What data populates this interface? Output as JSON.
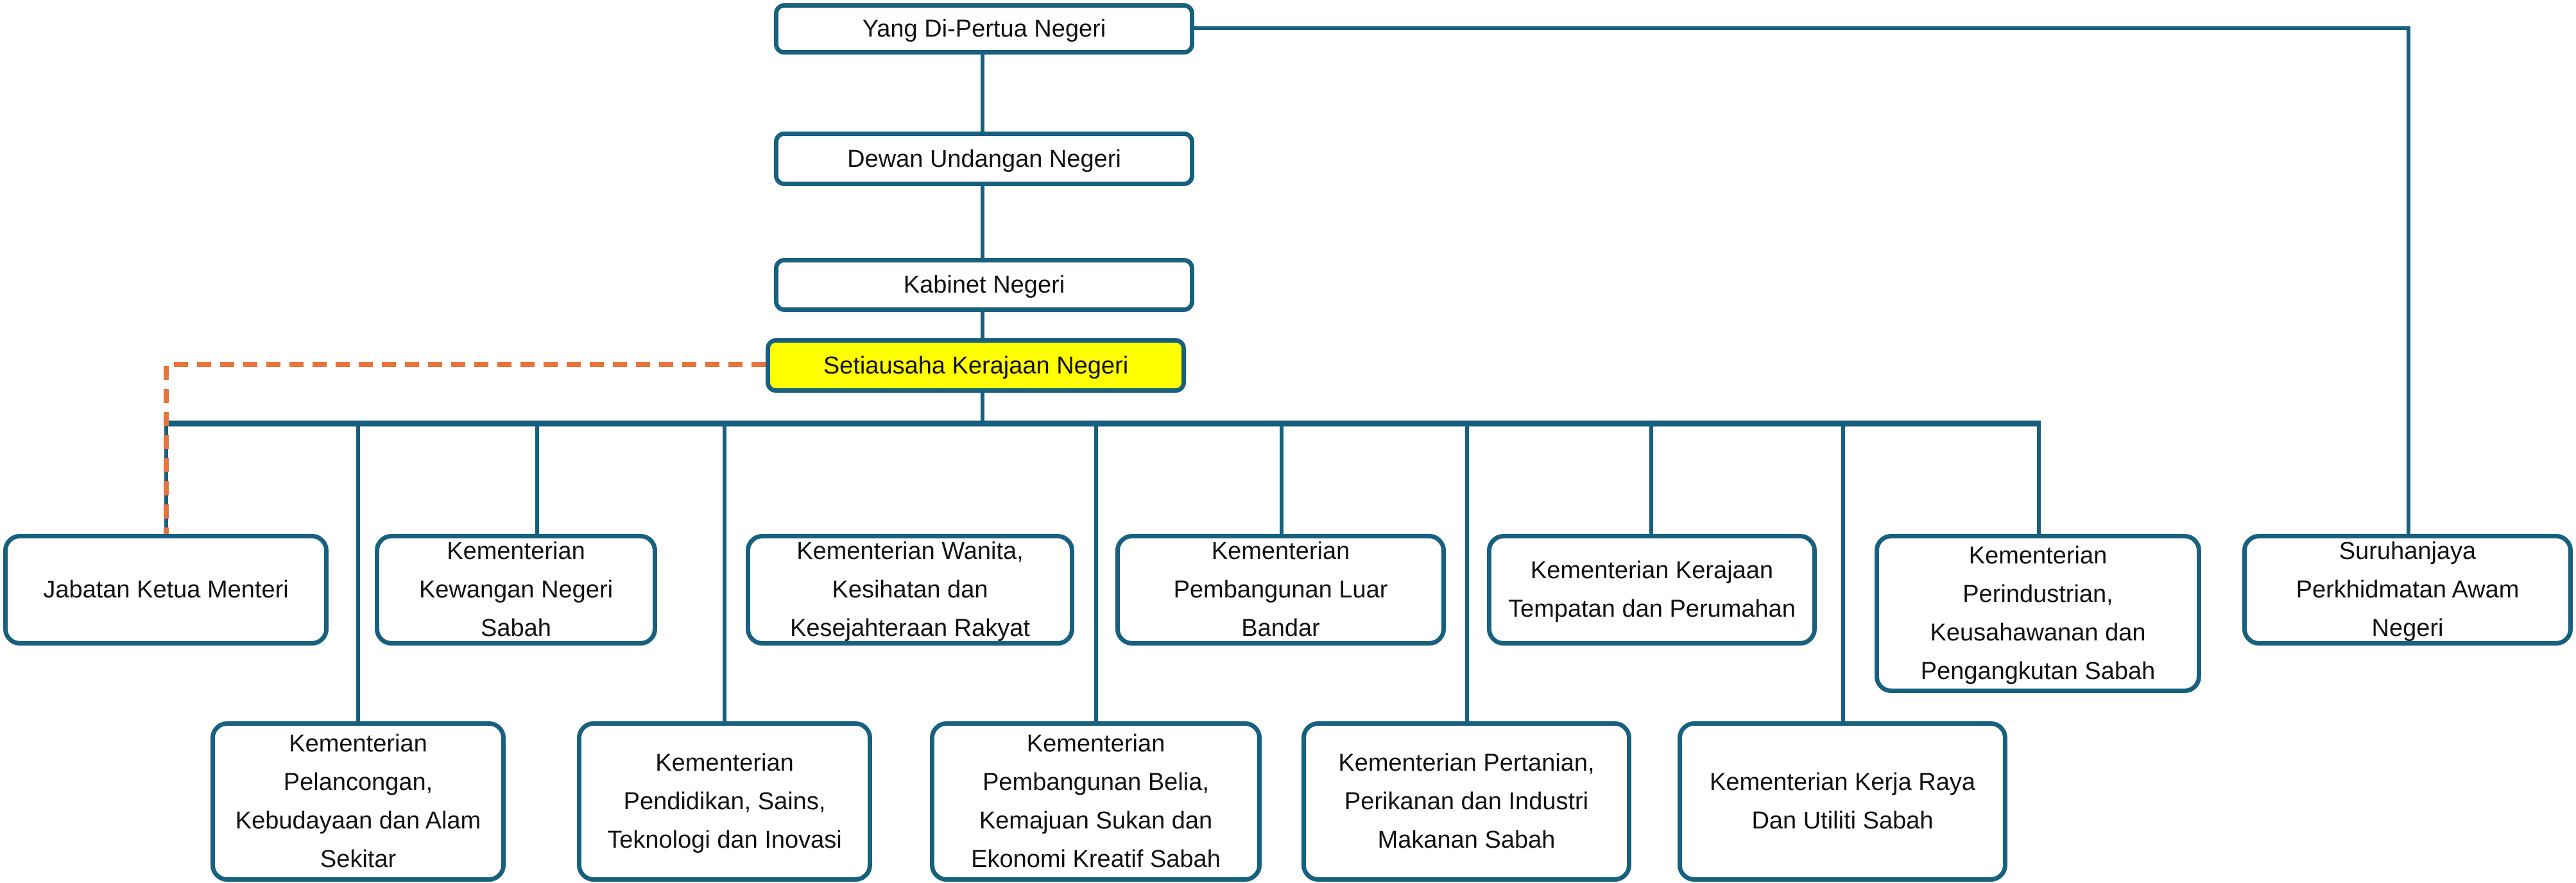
{
  "colors": {
    "line": "#17607f",
    "dashed": "#e8743b",
    "highlight": "#ffff00"
  },
  "top": {
    "governor": "Yang Di-Pertua Negeri",
    "assembly": "Dewan Undangan Negeri",
    "cabinet": "Kabinet Negeri",
    "secretary": "Setiausaha Kerajaan Negeri"
  },
  "row1": [
    "Jabatan Ketua Menteri",
    "Kementerian Kewangan Negeri Sabah",
    "Kementerian Wanita, Kesihatan dan Kesejahteraan Rakyat",
    "Kementerian Pembangunan Luar Bandar",
    "Kementerian Kerajaan Tempatan dan Perumahan",
    "Kementerian Perindustrian, Keusahawanan dan Pengangkutan Sabah",
    "Suruhanjaya Perkhidmatan Awam Negeri"
  ],
  "row2": [
    "Kementerian Pelancongan, Kebudayaan dan Alam Sekitar",
    "Kementerian Pendidikan, Sains, Teknologi dan Inovasi",
    "Kementerian Pembangunan Belia, Kemajuan Sukan dan Ekonomi Kreatif Sabah",
    "Kementerian Pertanian, Perikanan dan Industri Makanan Sabah",
    "Kementerian Kerja Raya Dan Utiliti Sabah"
  ]
}
